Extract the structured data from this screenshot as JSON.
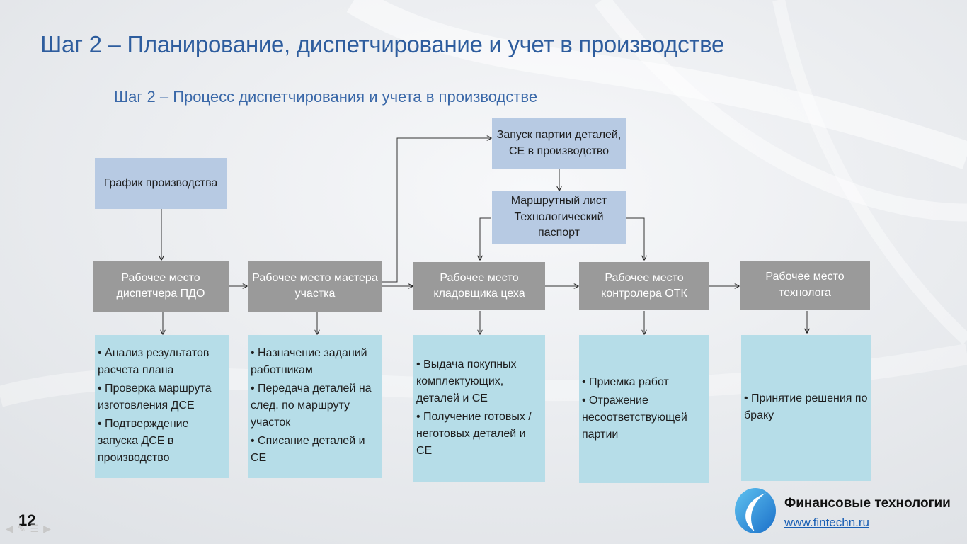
{
  "title": "Шаг 2 – Планирование, диспетчирование и учет в производстве",
  "subtitle": "Шаг 2 – Процесс диспетчирования и учета в производстве",
  "nodes": {
    "schedule": "График производства",
    "launch": "Запуск партии деталей, СЕ в производство",
    "route": "Маршрутный лист Технологический паспорт",
    "dispatcher": "Рабочее место диспетчера ПДО",
    "master": "Рабочее место мастера участка",
    "storekeeper": "Рабочее место кладовщика цеха",
    "controller": "Рабочее место контролера ОТК",
    "technologist": "Рабочее место технолога"
  },
  "tasks": {
    "dispatcher": [
      "Анализ результатов расчета плана",
      "Проверка маршрута изготовления ДСЕ",
      "Подтверждение запуска ДСЕ в производство"
    ],
    "master": [
      "Назначение заданий работникам",
      "Передача деталей на след. по маршруту участок",
      "Списание деталей и СЕ"
    ],
    "storekeeper": [
      "Выдача покупных комплектующих, деталей и СЕ",
      "Получение готовых / неготовых деталей и СЕ"
    ],
    "controller": [
      "Приемка работ",
      "Отражение несоответствующей партии"
    ],
    "technologist": [
      "Принятие решения по браку"
    ]
  },
  "footer": {
    "page_number": "12",
    "company": "Финансовые технологии",
    "website": "www.fintechn.ru"
  },
  "colors": {
    "title": "#2e5d9e",
    "top_box": "#b7cae3",
    "workplace_box": "#9a9a9a",
    "task_box": "#b6dde8"
  }
}
